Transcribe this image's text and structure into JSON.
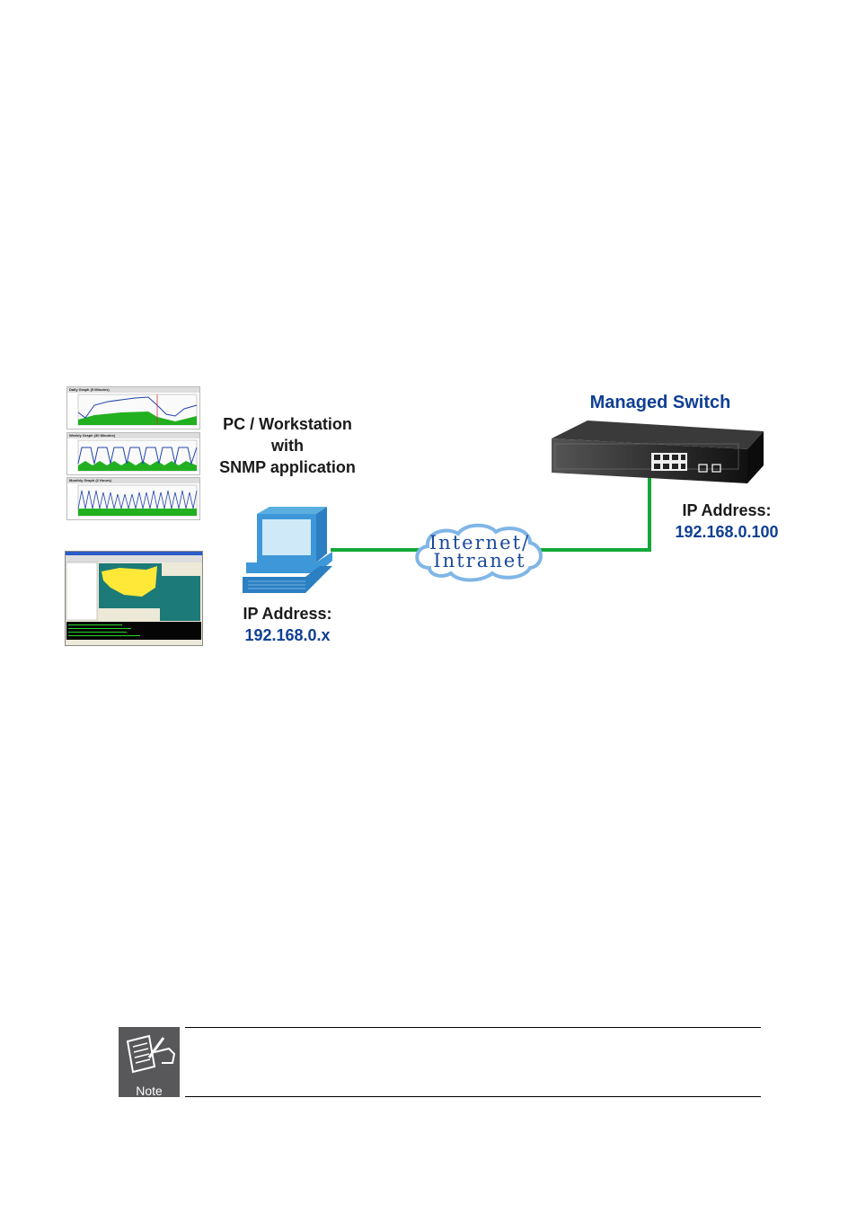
{
  "diagram": {
    "pc": {
      "title_lines": [
        "PC / Workstation",
        "with",
        "SNMP application"
      ],
      "ip_label": "IP Address:",
      "ip_value": "192.168.0.x",
      "icon": "desktop-computer-icon"
    },
    "cloud": {
      "lines": [
        "Internet/",
        "Intranet"
      ]
    },
    "switch": {
      "title": "Managed Switch",
      "ip_label": "IP Address:",
      "ip_value": "192.168.0.100",
      "icon": "network-switch-icon"
    },
    "thumbnails": {
      "graphs": [
        "Daily Graph (5 Minutes)",
        "Weekly Graph (30 Minutes)",
        "Monthly Graph (2 Hours)"
      ]
    },
    "colors": {
      "link": "#13a838",
      "ip_value": "#0f3f94",
      "switch_title": "#0f3f94",
      "cloud": "#7fb6e6"
    }
  },
  "note": {
    "label": "Note",
    "icon": "note-pencil-icon"
  }
}
